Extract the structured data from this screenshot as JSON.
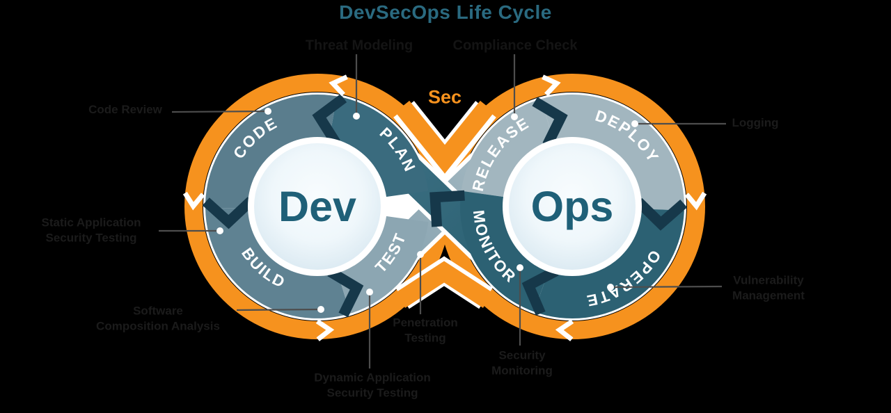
{
  "title": "DevSecOps Life Cycle",
  "security_gates": {
    "left": "Threat Modeling",
    "right": "Compliance Check"
  },
  "sec_label": "Sec",
  "loop": {
    "dev": "Dev",
    "ops": "Ops",
    "stages": {
      "code": "CODE",
      "plan": "PLAN",
      "build": "BUILD",
      "test": "TEST",
      "release": "RELEASE",
      "deploy": "DEPLOY",
      "operate": "OPERATE",
      "monitor": "MONITOR"
    }
  },
  "annotations": {
    "code_review": [
      "Code Review"
    ],
    "static_application": [
      "Static Application",
      "Security Testing"
    ],
    "software_composition": [
      "Software",
      "Composition Analysis"
    ],
    "penetration_testing": [
      "Penetration",
      "Testing"
    ],
    "dynamic_application": [
      "Dynamic Application",
      "Security Testing"
    ],
    "security_monitoring": [
      "Security",
      "Monitoring"
    ],
    "logging": [
      "Logging"
    ],
    "vulnerability_management": [
      "Vulnerability",
      "Management"
    ]
  },
  "colors": {
    "accent_orange": "#F6921E",
    "title_teal": "#2A6A80",
    "dev_ops_text": "#1F6078",
    "segment_code": "#5A7D8D",
    "segment_build": "#5F8292",
    "segment_plan": "#3A6B7E",
    "segment_test": "#8CA6B2",
    "segment_release_deploy": "#A2B6BF",
    "segment_operate_monitor": "#2C6173",
    "arrow_dark": "#16384A",
    "annotation_text": "#1b1b1b"
  }
}
